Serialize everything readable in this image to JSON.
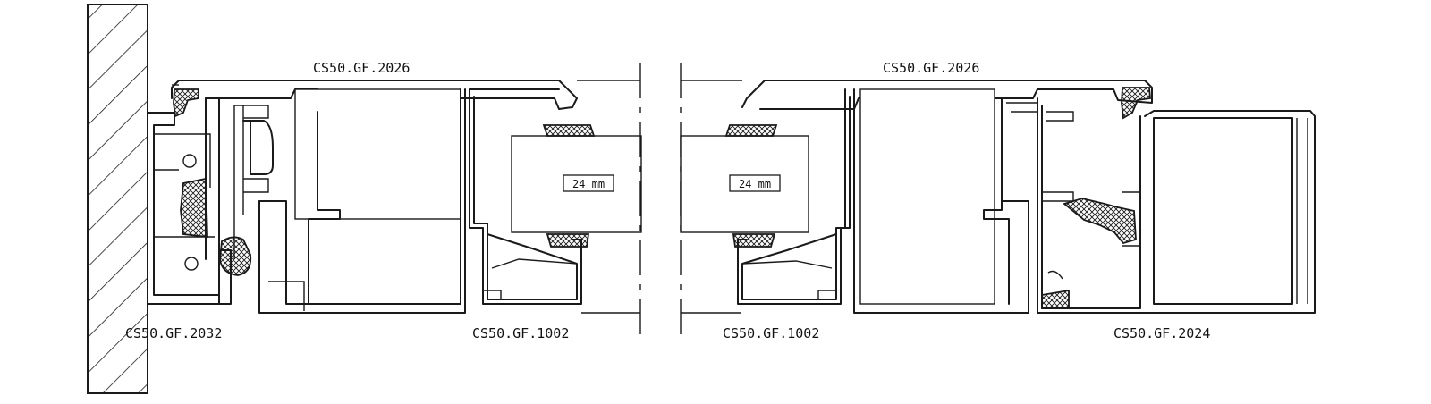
{
  "drawing": {
    "labels": {
      "top_left_profile": "CS50.GF.2026",
      "top_right_profile": "CS50.GF.2026",
      "bottom_left_frame": "CS50.GF.2032",
      "bottom_left_sash": "CS50.GF.1002",
      "bottom_right_sash": "CS50.GF.1002",
      "bottom_right_frame": "CS50.GF.2024"
    },
    "glass": {
      "left_thickness": "24 mm",
      "right_thickness": "24 mm"
    },
    "colors": {
      "line": "#1a1a1a",
      "background": "#ffffff"
    }
  }
}
